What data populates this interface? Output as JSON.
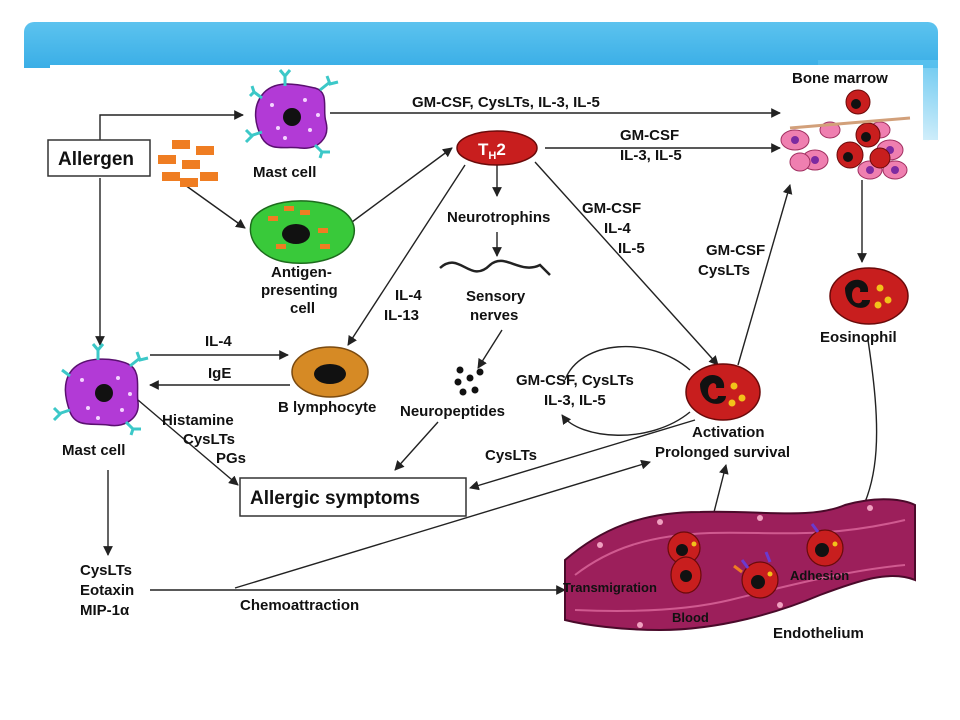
{
  "labels": {
    "allergen": "Allergen",
    "mast_cell_top": "Mast cell",
    "antigen_presenting_1": "Antigen-",
    "antigen_presenting_2": "presenting",
    "antigen_presenting_3": "cell",
    "th2_main": "T",
    "th2_sub": "H",
    "th2_num": "2",
    "bone_marrow": "Bone marrow",
    "top_cytokines": "GM-CSF, CysLTs, IL-3, IL-5",
    "gmcsf_1": "GM-CSF",
    "il3_il5": "IL-3, IL-5",
    "neurotrophins": "Neurotrophins",
    "sensory_1": "Sensory",
    "sensory_2": "nerves",
    "neuropeptides": "Neuropeptides",
    "th2_gmcsf": "GM-CSF",
    "th2_il4": "IL-4",
    "th2_il5": "IL-5",
    "il4_il13_a": "IL-4",
    "il4_il13_b": "IL-13",
    "eos_gmcsf": "GM-CSF",
    "eos_cyslts": "CysLTs",
    "eosinophil": "Eosinophil",
    "il4_left": "IL-4",
    "ige": "IgE",
    "b_lymphocyte": "B lymphocyte",
    "loop_1": "GM-CSF, CysLTs",
    "loop_2": "IL-3, IL-5",
    "activation": "Activation",
    "prolonged": "Prolonged survival",
    "mast_cell_left": "Mast cell",
    "histamine": "Histamine",
    "cyslts_mc": "CysLTs",
    "pgs": "PGs",
    "cyslts_mid": "CysLTs",
    "allergic_symptoms": "Allergic symptoms",
    "chemo_1": "CysLTs",
    "chemo_2": "Eotaxin",
    "chemo_3": "MIP-1α",
    "chemoattraction": "Chemoattraction",
    "transmigration": "Transmigration",
    "blood": "Blood",
    "adhesion": "Adhesion",
    "endothelium": "Endothelium"
  },
  "colors": {
    "banner": "#3aaee6",
    "mast_cell": "#b23ad6",
    "receptor": "#3cc8c8",
    "apc": "#39c93a",
    "allergen_particle": "#ef7d22",
    "b_cell": "#d68a25",
    "eosinophil": "#c81e1e",
    "eos_granule": "#f2c21a",
    "vessel": "#9c1f5b",
    "bone_marrow_cell": "#ef7fb0"
  }
}
